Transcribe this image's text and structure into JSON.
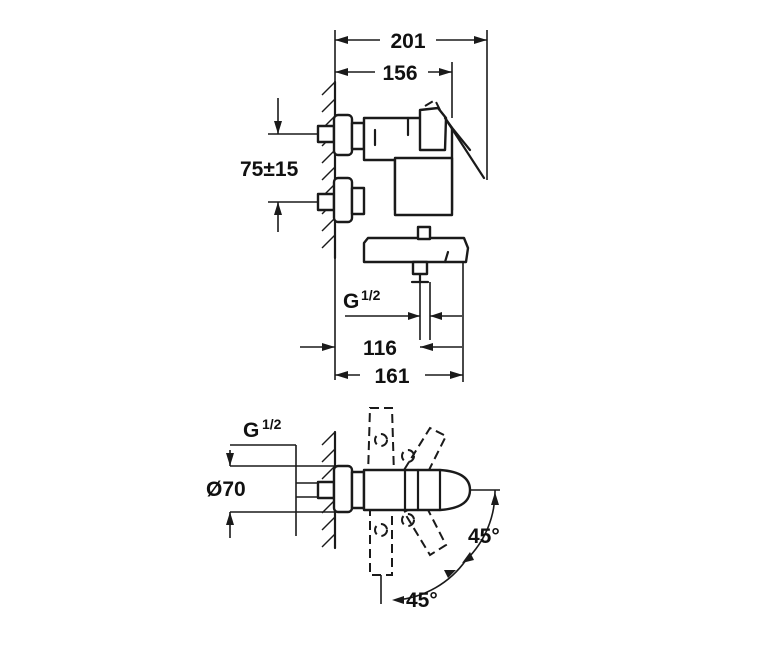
{
  "dimensions": {
    "overall_width": "201",
    "body_width": "156",
    "inlet_spacing": "75±15",
    "thread_top": "G",
    "thread_top_frac": "1/2",
    "spout_reach": "116",
    "spout_width": "161",
    "thread_bottom": "G",
    "thread_bottom_frac": "1/2",
    "rosette_diameter": "Ø70",
    "angle_right": "45°",
    "angle_bottom": "45°"
  }
}
